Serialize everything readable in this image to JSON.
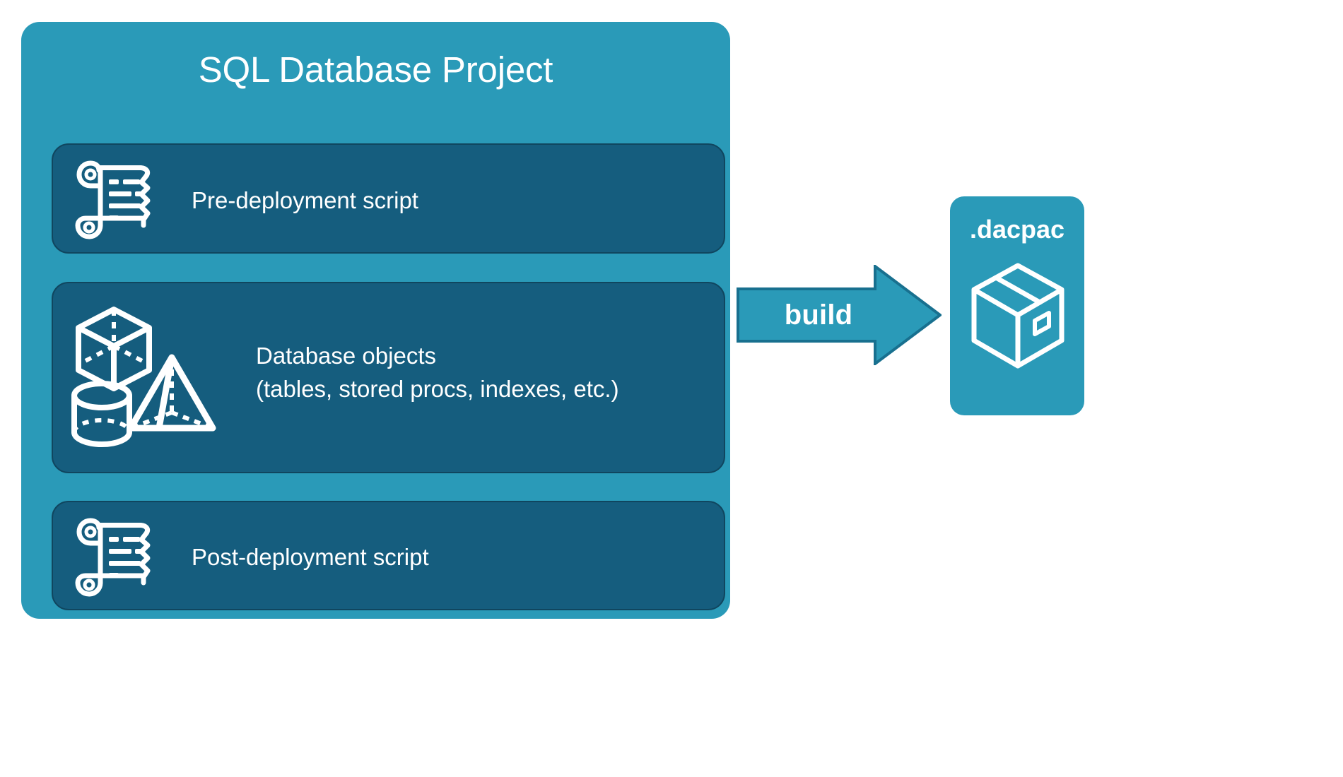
{
  "diagram": {
    "title": "SQL Database Project build to dacpac",
    "background_color": "#ffffff",
    "accent_color": "#2a9ab8",
    "panel_color": "#155d7e",
    "panel_border_color": "#10465f",
    "text_color": "#ffffff"
  },
  "project": {
    "title": "SQL Database Project",
    "rows": [
      {
        "id": "pre-deployment",
        "label": "Pre-deployment script",
        "icon": "scroll-icon"
      },
      {
        "id": "database-objects",
        "label": "Database objects\n(tables, stored procs, indexes, etc.)",
        "icon": "shapes-icon"
      },
      {
        "id": "post-deployment",
        "label": "Post-deployment script",
        "icon": "scroll-icon"
      }
    ]
  },
  "arrow": {
    "label": "build",
    "icon": "right-arrow-icon",
    "fill": "#2a9ab8",
    "stroke": "#18708f"
  },
  "output": {
    "title": ".dacpac",
    "icon": "package-box-icon"
  }
}
